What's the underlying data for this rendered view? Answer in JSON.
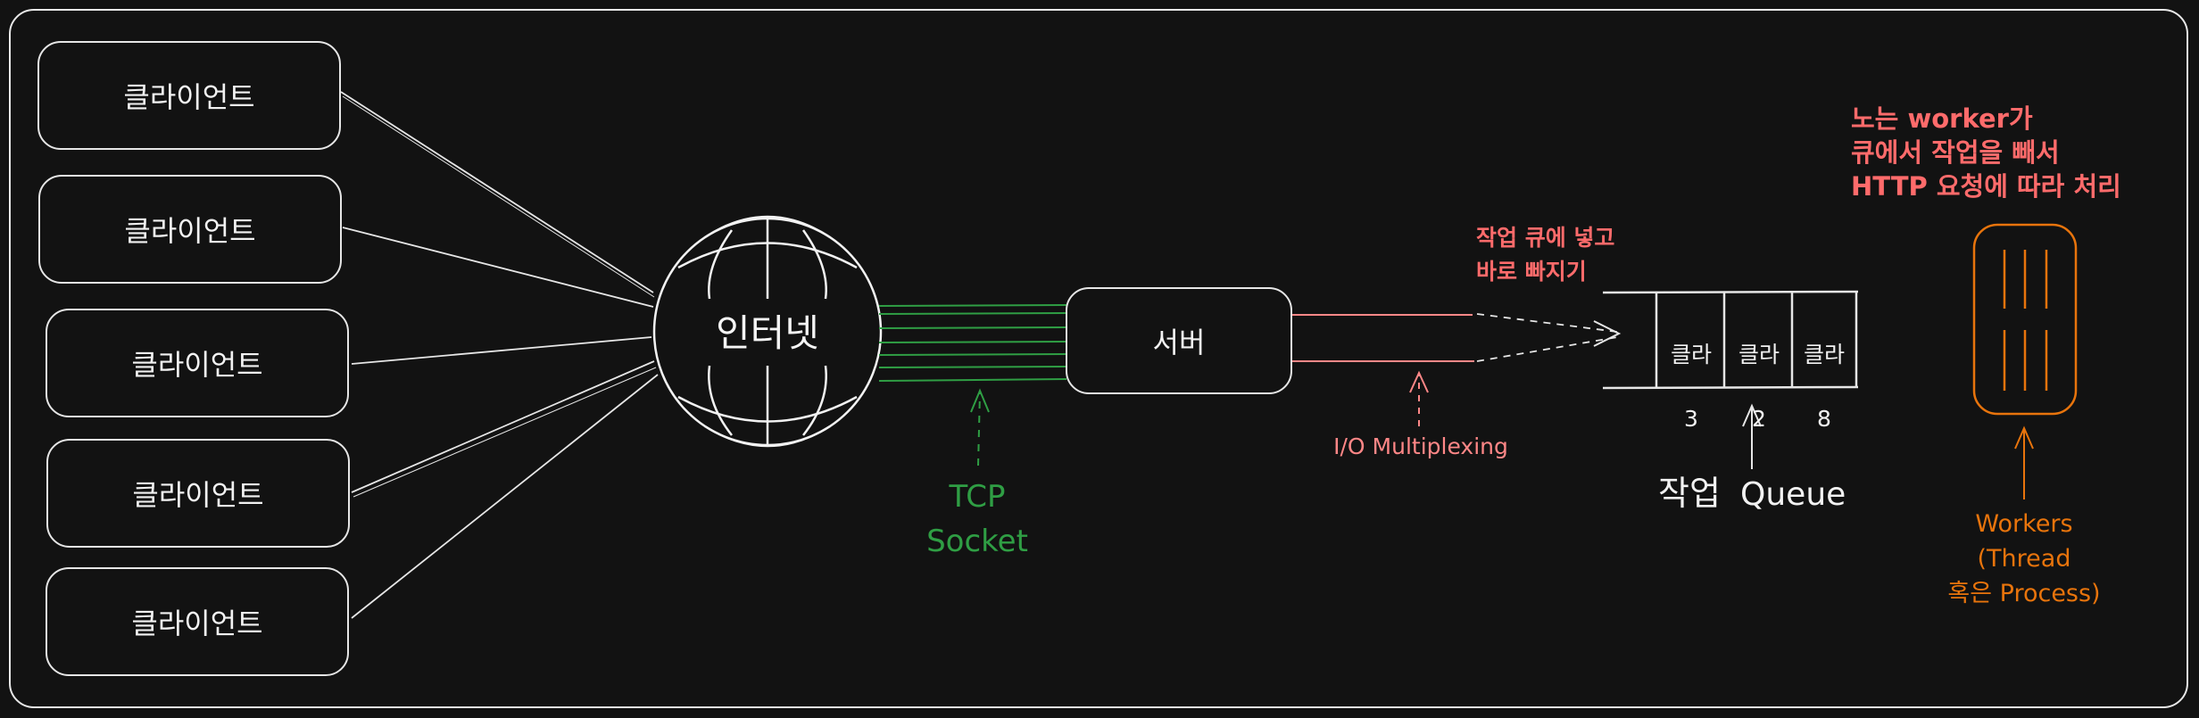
{
  "colors": {
    "background": "#121212",
    "stroke": "#e6e6e6",
    "tcp": "#2f9e44",
    "io": "#ff8787",
    "note": "#ff6b6b",
    "workers": "#e8740c"
  },
  "clients": [
    "클라이언트",
    "클라이언트",
    "클라이언트",
    "클라이언트",
    "클라이언트"
  ],
  "internet": {
    "label": "인터넷",
    "icon": "globe-icon"
  },
  "server": {
    "label": "서버"
  },
  "tcp_label": "TCP\nSocket",
  "io_label": "I/O Multiplexing",
  "enqueue_note": "작업 큐에 넣고\n바로 빠지기",
  "queue": {
    "label_prefix": "작업",
    "label_suffix": "Queue",
    "items": [
      {
        "top": "클라",
        "num": "3"
      },
      {
        "top": "클라",
        "num": "2"
      },
      {
        "top": "클라",
        "num": "8"
      }
    ]
  },
  "worker_note": "노는 worker가\n큐에서 작업을 빼서\nHTTP 요청에 따라 처리",
  "workers_label": "Workers\n(Thread\n혹은 Process)"
}
